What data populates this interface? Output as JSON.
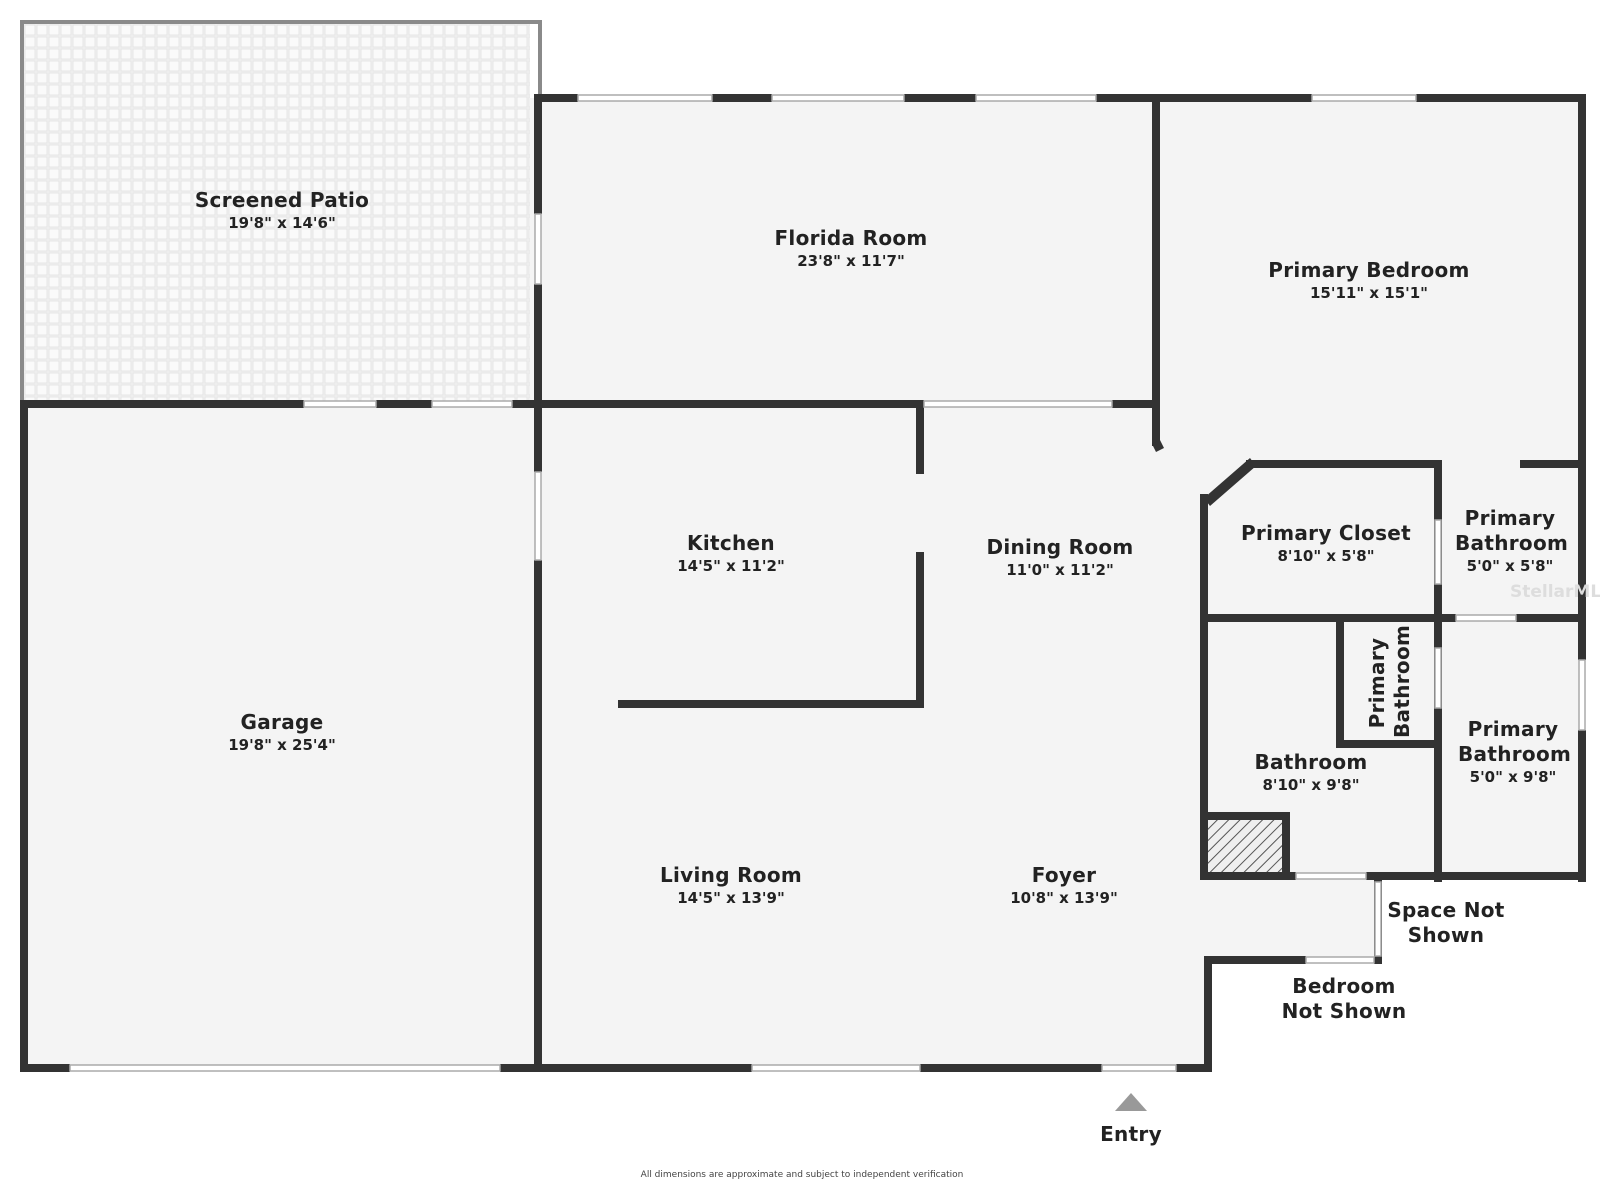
{
  "rooms": [
    {
      "key": "screened_patio",
      "name": "Screened Patio",
      "dims": "19'8\" x 14'6\""
    },
    {
      "key": "florida_room",
      "name": "Florida Room",
      "dims": "23'8\" x 11'7\""
    },
    {
      "key": "primary_bedroom",
      "name": "Primary Bedroom",
      "dims": "15'11\" x 15'1\""
    },
    {
      "key": "garage",
      "name": "Garage",
      "dims": "19'8\" x 25'4\""
    },
    {
      "key": "kitchen",
      "name": "Kitchen",
      "dims": "14'5\" x 11'2\""
    },
    {
      "key": "dining_room",
      "name": "Dining Room",
      "dims": "11'0\" x 11'2\""
    },
    {
      "key": "primary_closet",
      "name": "Primary Closet",
      "dims": "8'10\" x 5'8\""
    },
    {
      "key": "primary_bathroom_upper",
      "name": "Primary Bathroom",
      "dims": "5'0\" x 5'8\""
    },
    {
      "key": "primary_bathroom_small",
      "name": "Primary Bathroom",
      "dims": ""
    },
    {
      "key": "bathroom",
      "name": "Bathroom",
      "dims": "8'10\" x 9'8\""
    },
    {
      "key": "primary_bathroom_lower",
      "name": "Primary Bathroom",
      "dims": "5'0\" x 9'8\""
    },
    {
      "key": "living_room",
      "name": "Living Room",
      "dims": "14'5\" x 13'9\""
    },
    {
      "key": "foyer",
      "name": "Foyer",
      "dims": "10'8\" x 13'9\""
    }
  ],
  "notes": {
    "space_not_shown": "Space Not Shown",
    "bedroom_not_shown": "Bedroom Not Shown",
    "entry": "Entry",
    "disclaimer": "All dimensions are approximate and subject to independent verification",
    "watermark": "StellarMLS"
  },
  "colors": {
    "wall": "#333333",
    "floor": "#f4f4f4",
    "window": "#cfcfcf",
    "text": "#222222"
  }
}
